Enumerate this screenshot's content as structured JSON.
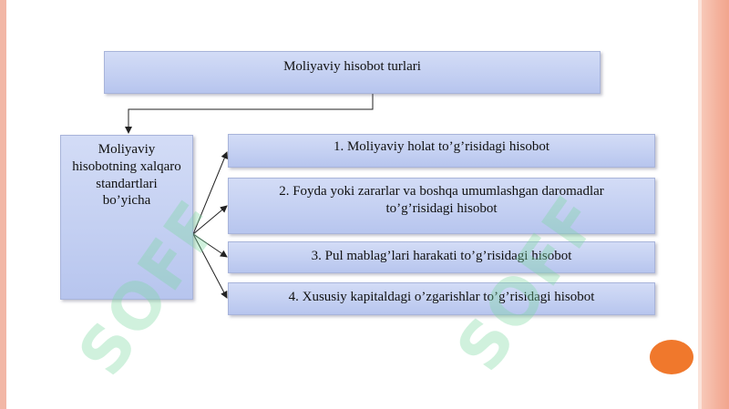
{
  "diagram": {
    "title": "Moliyaviy hisobot turlari",
    "left_box": {
      "lines": [
        "Moliyaviy",
        "hisobotning xalqaro",
        "standartlari",
        "bo’yicha"
      ]
    },
    "items": [
      {
        "lines": [
          "1. Moliyaviy holat to’g’risidagi hisobot"
        ]
      },
      {
        "lines": [
          "2. Foyda yoki zararlar va boshqa umumlashgan daromadlar",
          "to’g’risidagi hisobot"
        ]
      },
      {
        "lines": [
          "3. Pul mablag’lari harakati to’g’risidagi hisobot"
        ]
      },
      {
        "lines": [
          "4. Xususiy kapitaldagi o’zgarishlar to’g’risidagi hisobot"
        ]
      }
    ]
  },
  "watermark": {
    "text": "SOFF",
    "color": "#7bd9a0"
  },
  "colors": {
    "box_fill": "#c4d0f2",
    "frame": "#f2b7a6",
    "accent_circle": "#f0782c"
  }
}
